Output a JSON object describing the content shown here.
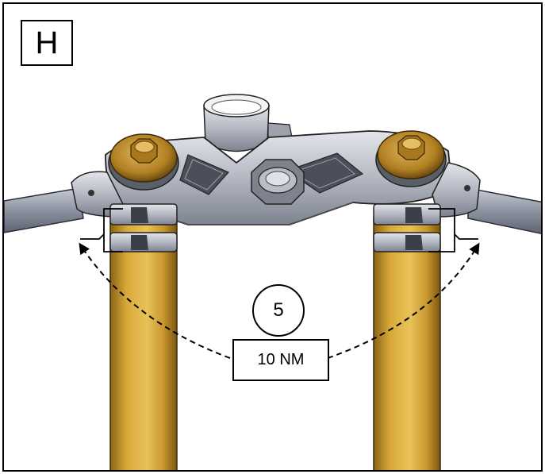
{
  "step": {
    "letter": "H"
  },
  "callout": {
    "number": "5",
    "torque": "10 NM"
  },
  "colors": {
    "fork_tube": "#c99a2e",
    "fork_cap": "#b8862a",
    "clamp_metal": "#a9adb8",
    "bar_metal": "#8f95a3",
    "frame": "#000000"
  }
}
